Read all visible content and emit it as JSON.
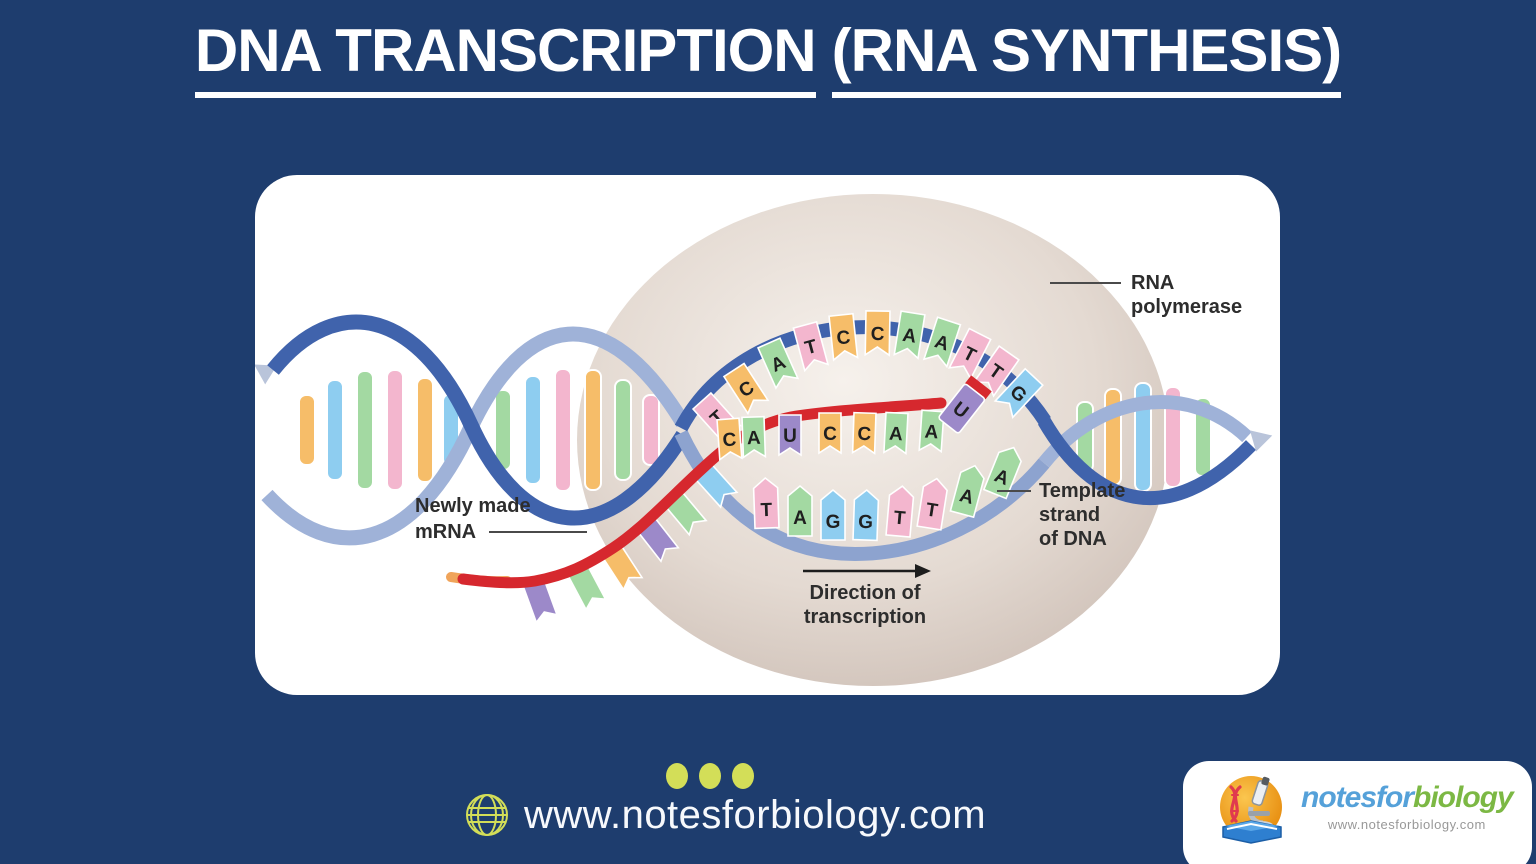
{
  "page": {
    "background_color": "#1e3d6e",
    "title_part1": "DNA TRANSCRIPTION",
    "title_part2": "(RNA SYNTHESIS)"
  },
  "diagram": {
    "labels": {
      "rna_line1": "RNA",
      "rna_line2": "polymerase",
      "template_line1": "Template",
      "template_line2": "strand",
      "template_line3": "of DNA",
      "mrna_line1": "Newly made",
      "mrna_line2": "mRNA",
      "direction_line1": "Direction of",
      "direction_line2": "transcription"
    },
    "sequences": {
      "top_strand": [
        "T",
        "C",
        "A",
        "T",
        "C",
        "C",
        "A",
        "A",
        "T",
        "T",
        "G"
      ],
      "mrna": [
        "C",
        "A",
        "U",
        "C",
        "C",
        "A",
        "A"
      ],
      "incoming_nucleotide": "U",
      "template_strand": [
        "T",
        "A",
        "G",
        "G",
        "T",
        "T",
        "A",
        "A"
      ]
    },
    "base_colors": {
      "A": "#a3d9a2",
      "T": "#f3b6ce",
      "C": "#f6bd69",
      "G": "#8ecdf0",
      "U": "#9c89c9"
    },
    "palette": {
      "green": "#a3d9a2",
      "pink": "#f3b6ce",
      "orange": "#f6bd69",
      "lightblue": "#8ecdf0",
      "purple": "#9c89c9"
    },
    "mrna_color": "#d6282e",
    "mrna_tail_color": "#f0a45a",
    "ribbon_dark": "#4063ac",
    "ribbon_light": "#9fb2d8",
    "ribbon_mid": "#8da3cf",
    "arrow_pale": "#b9c4da",
    "polymerase_fill": "#d8ccc4"
  },
  "footer": {
    "website": "www.notesforbiology.com",
    "accent_color": "#d3de58"
  },
  "logo": {
    "brand_blue_part": "notesfor",
    "brand_green_part": "biology",
    "url": "www.notesforbiology.com"
  }
}
